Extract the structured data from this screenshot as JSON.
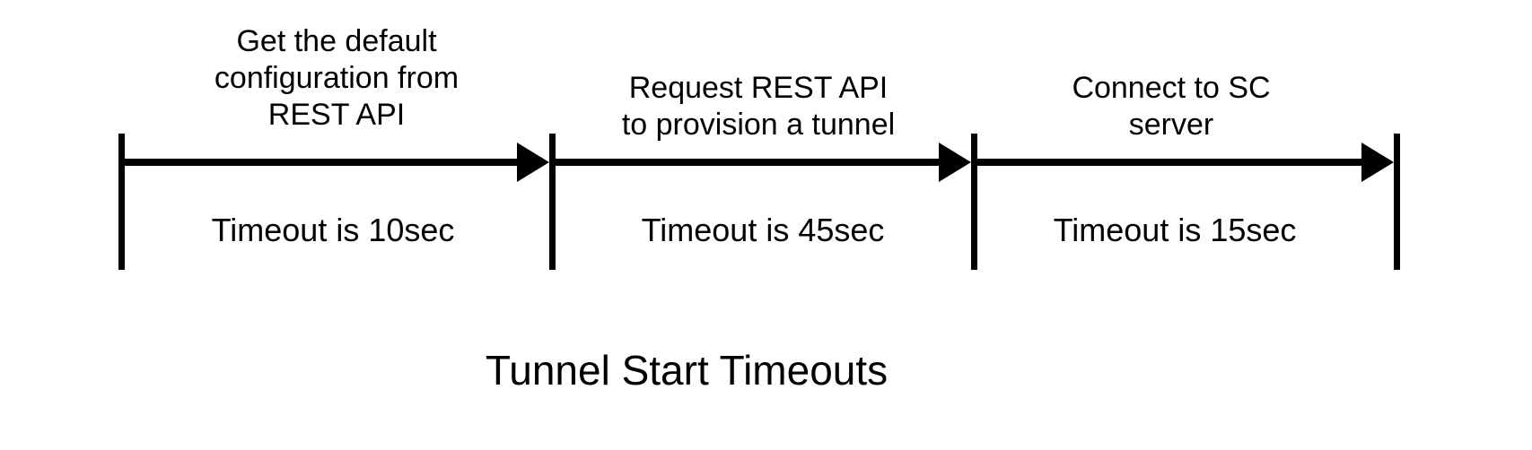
{
  "title": "Tunnel Start Timeouts",
  "diagram": {
    "type": "timeline",
    "stages": [
      {
        "label": "Get the default\nconfiguration from\nREST API",
        "timeout": "Timeout is 10sec"
      },
      {
        "label": "Request REST API\nto provision a tunnel",
        "timeout": "Timeout is 45sec"
      },
      {
        "label": "Connect to SC\nserver",
        "timeout": "Timeout is 15sec"
      }
    ],
    "colors": {
      "line": "#000000",
      "text": "#000000",
      "background": "#ffffff"
    }
  }
}
